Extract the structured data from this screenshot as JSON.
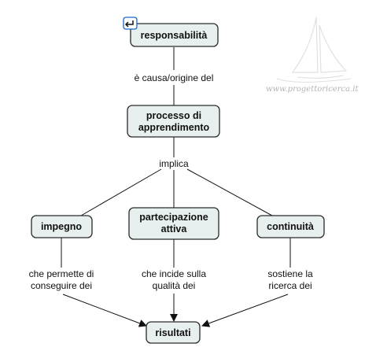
{
  "colors": {
    "node_fill": "#e8f0ef",
    "node_border": "#2a2a2a",
    "line": "#111111",
    "watermark": "#b5b5b5",
    "link_icon": "#1a66c9"
  },
  "watermark": {
    "text": "www.progettoricerca.it",
    "icon": "sailboat-logo"
  },
  "map": {
    "concepts": {
      "responsabilita": "responsabilità",
      "processo_line1": "processo di",
      "processo_line2": "apprendimento",
      "impegno": "impegno",
      "partecipazione_line1": "partecipazione",
      "partecipazione_line2": "attiva",
      "continuita": "continuità",
      "risultati": "risultati"
    },
    "links": {
      "causa": "è causa/origine del",
      "implica": "implica",
      "permette_line1": "che permette di",
      "permette_line2": "conseguire dei",
      "incide_line1": "che incide sulla",
      "incide_line2": "qualità dei",
      "sostiene_line1": "sostiene la",
      "sostiene_line2": "ricerca dei"
    },
    "link_icon": "return-arrow-icon"
  }
}
